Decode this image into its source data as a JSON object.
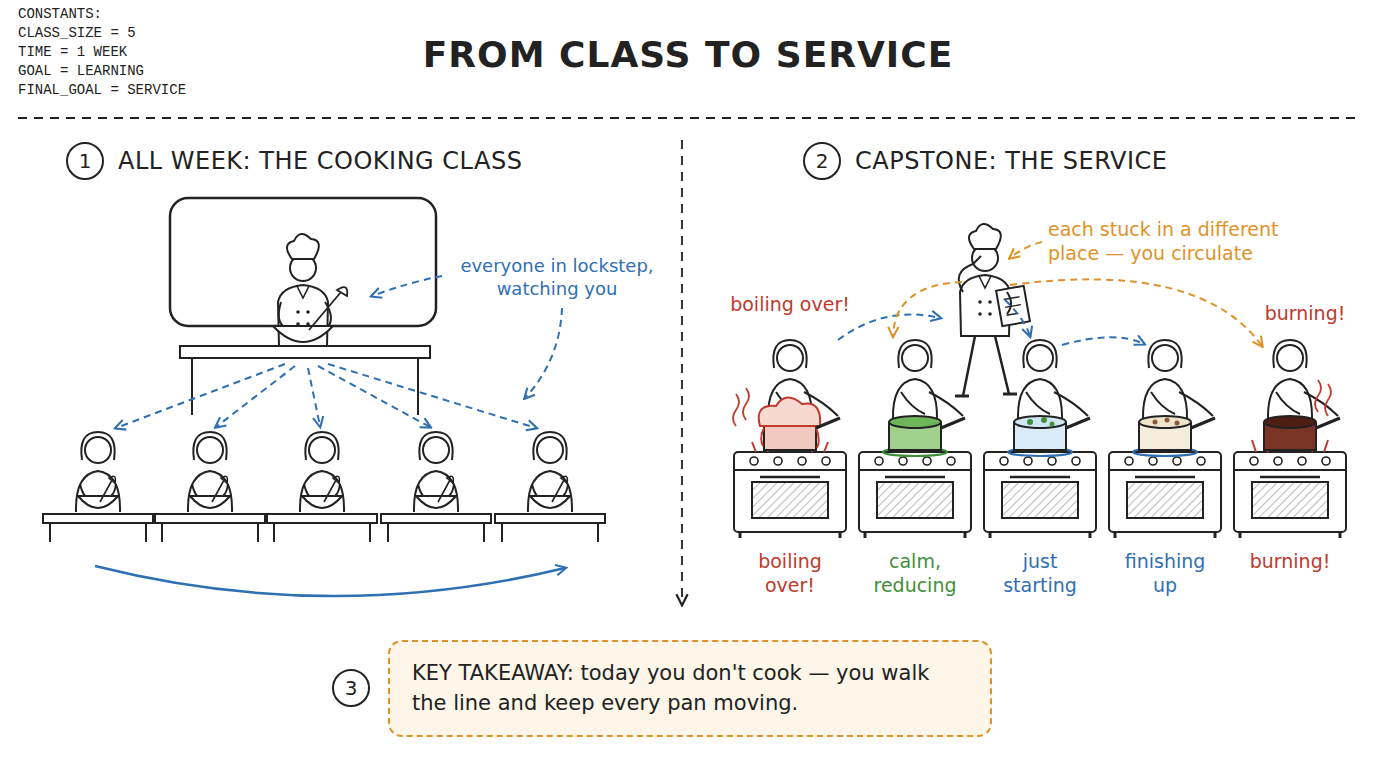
{
  "diagram": {
    "title": "FROM CLASS TO SERVICE",
    "nodes": [
      {
        "text": [
          "1",
          "ALL WEEK: THE COOKING CLASS"
        ]
      },
      {
        "text": [
          "2",
          "CAPSTONE: THE SERVICE"
        ]
      },
      {
        "text": [
          "3"
        ]
      },
      {
        "text": [
          "KEY TAKEAWAY: today you don't cook — you walk the line and keep every pan moving."
        ]
      }
    ],
    "labels": [
      "CONSTANTS:",
      "CLASS_SIZE = 5",
      "TIME = 1 WEEK",
      "GOAL = LEARNING",
      "FINAL_GOAL = SERVICE",
      "everyone in lockstep, watching you",
      "each stuck in a different place — you circulate",
      "boiling over!",
      "burning!",
      "boiling over!",
      "calm, reducing",
      "just starting",
      "finishing up",
      "burning!"
    ]
  }
}
